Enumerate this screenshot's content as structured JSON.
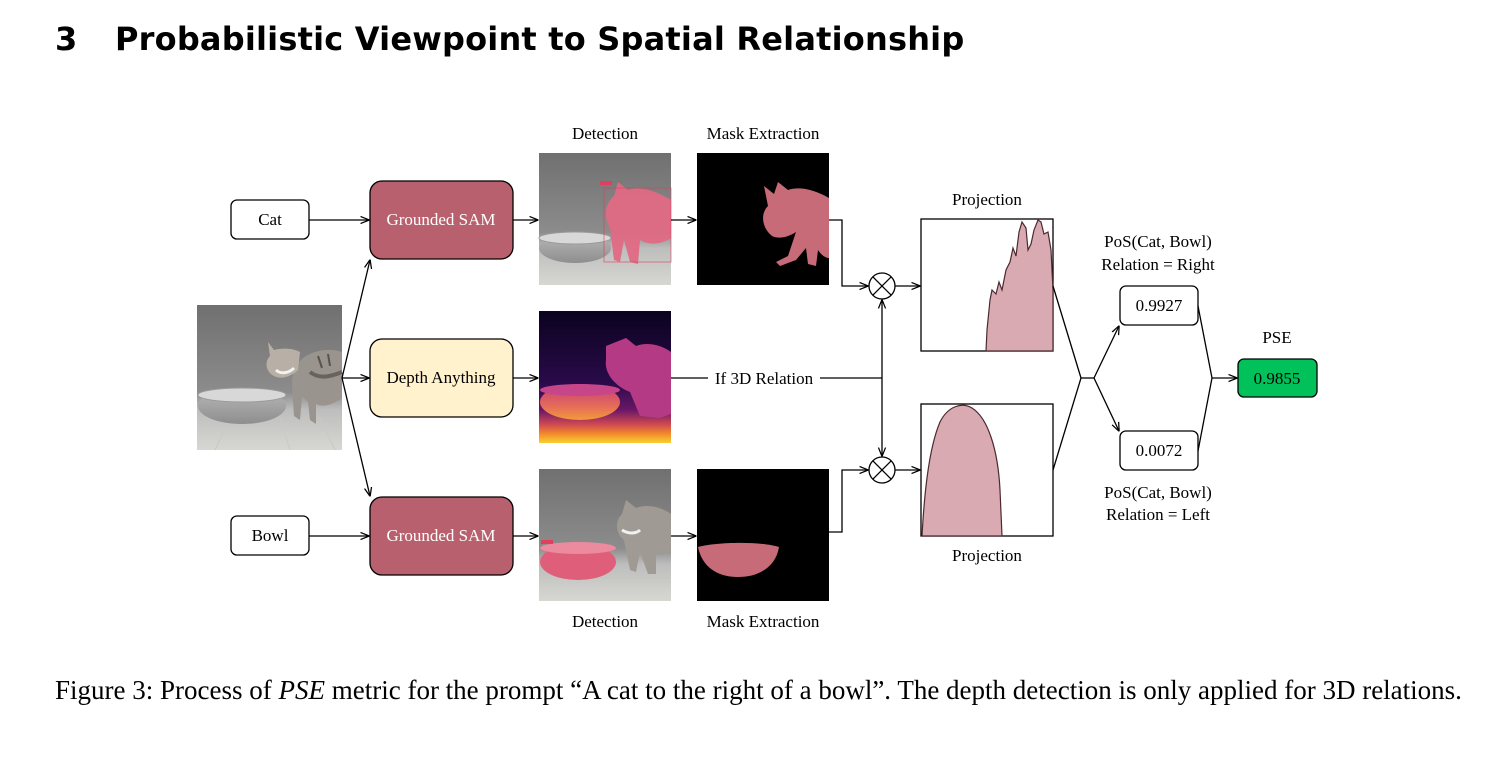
{
  "section": {
    "number": "3",
    "title": "Probabilistic Viewpoint to Spatial Relationship"
  },
  "figure": {
    "inputs": {
      "cat": "Cat",
      "bowl": "Bowl"
    },
    "models": {
      "grounded_sam": "Grounded SAM",
      "depth_anything": "Depth Anything"
    },
    "stages": {
      "detection": "Detection",
      "mask_extraction": "Mask Extraction",
      "projection": "Projection"
    },
    "branch_label": "If 3D Relation",
    "results": {
      "right": {
        "line1": "PoS(Cat, Bowl)",
        "line2": "Relation = Right",
        "value": "0.9927"
      },
      "left": {
        "line1": "PoS(Cat, Bowl)",
        "line2": "Relation = Left",
        "value": "0.0072"
      }
    },
    "pse": {
      "label": "PSE",
      "value": "0.9855"
    },
    "colors": {
      "sam_box": "#b8606d",
      "depth_box": "#fff2cc",
      "pse_box": "#00c15a",
      "mask": "#c76b79",
      "projection_fill": "#d9aab2"
    }
  },
  "caption": {
    "prefix": "Figure 3: Process of ",
    "metric": "PSE",
    "suffix": " metric for the prompt “A cat to the right of a bowl”. The depth detection is only applied for 3D relations."
  }
}
